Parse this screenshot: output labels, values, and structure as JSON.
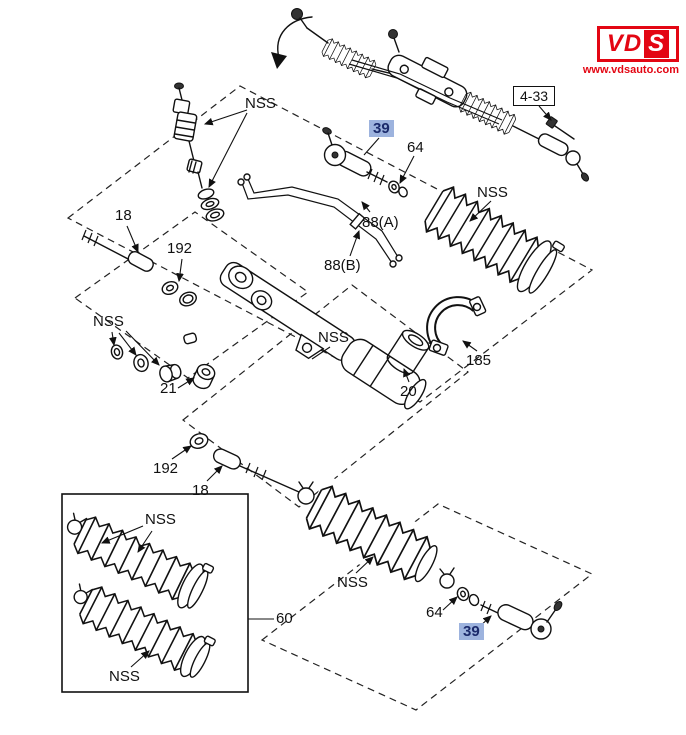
{
  "brand": {
    "logo_text_primary": "VD",
    "logo_text_accent": "S",
    "website": "www.vdsauto.com",
    "logo_color": "#e30613"
  },
  "reference_box": {
    "label": "4-33"
  },
  "highlight": {
    "chip_background": "#9db3de",
    "chip_text": "#1b2a6b"
  },
  "callouts": {
    "nss_valve": "NSS",
    "c39_upper": "39",
    "c64_upper": "64",
    "nss_boot_right": "NSS",
    "c88a": "88(A)",
    "c88b": "88(B)",
    "c18_upper": "18",
    "c192_upper": "192",
    "nss_left_parts": "NSS",
    "c21": "21",
    "nss_rack_housing": "NSS",
    "c20": "20",
    "c185": "185",
    "c192_lower": "192",
    "c18_lower": "18",
    "nss_boot_lower": "NSS",
    "c64_lower": "64",
    "c39_lower": "39",
    "c60": "60",
    "nss_box_boot_upper": "NSS",
    "nss_box_boot_lower": "NSS"
  }
}
